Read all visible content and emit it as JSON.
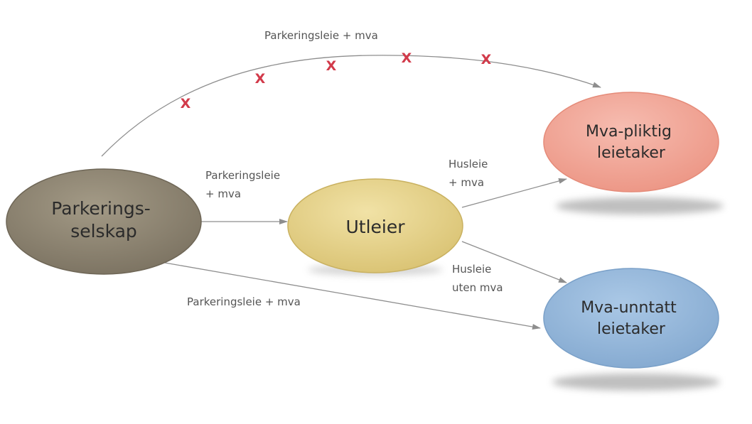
{
  "nodes": {
    "parkering": {
      "line1": "Parkerings-",
      "line2": "selskap",
      "color": "#8b8270"
    },
    "utleier": {
      "label": "Utleier",
      "color": "#e6d38c"
    },
    "pliktig": {
      "line1": "Mva-pliktig",
      "line2": "leietaker",
      "color": "#f2a89a"
    },
    "unntatt": {
      "line1": "Mva-unntatt",
      "line2": "leietaker",
      "color": "#95b8dc"
    }
  },
  "edges": {
    "top": {
      "label": "Parkeringsleie + mva",
      "blocked_marker": "X"
    },
    "middle": {
      "line1": "Parkeringsleie",
      "line2": "+ mva"
    },
    "bottom": {
      "label": "Parkeringsleie + mva"
    },
    "to_pliktig": {
      "line1": "Husleie",
      "line2": "+ mva"
    },
    "to_unntatt": {
      "line1": "Husleie",
      "line2": "uten mva"
    }
  }
}
